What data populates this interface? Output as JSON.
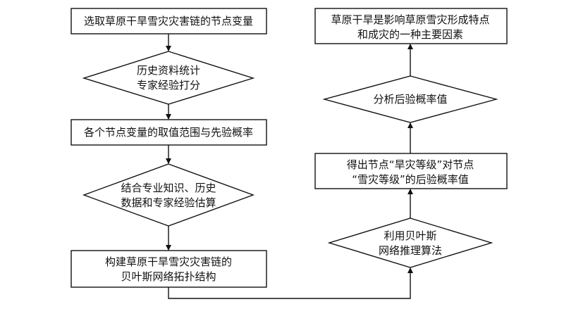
{
  "left_column": {
    "step1": "选取草原干旱雪灾灾害链的节点变量",
    "step2_line1": "历史资料统计",
    "step2_line2": "专家经验打分",
    "step3": "各个节点变量的取值范围与先验概率",
    "step4_line1": "结合专业知识、历史",
    "step4_line2": "数据和专家经验估算",
    "step5_line1": "构建草原干旱雪灾灾害链的",
    "step5_line2": "贝叶斯网络拓扑结构"
  },
  "right_column": {
    "step6_line1": "利用贝叶斯",
    "step6_line2": "网络推理算法",
    "step7_line1": "得出节点“旱灾等级”对节点",
    "step7_line2": "“雪灾等级”的后验概率值",
    "step8": "分析后验概率值",
    "step9_line1": "草原干旱是影响草原雪灾形成特点",
    "step9_line2": "和成灾的一种主要因素"
  }
}
